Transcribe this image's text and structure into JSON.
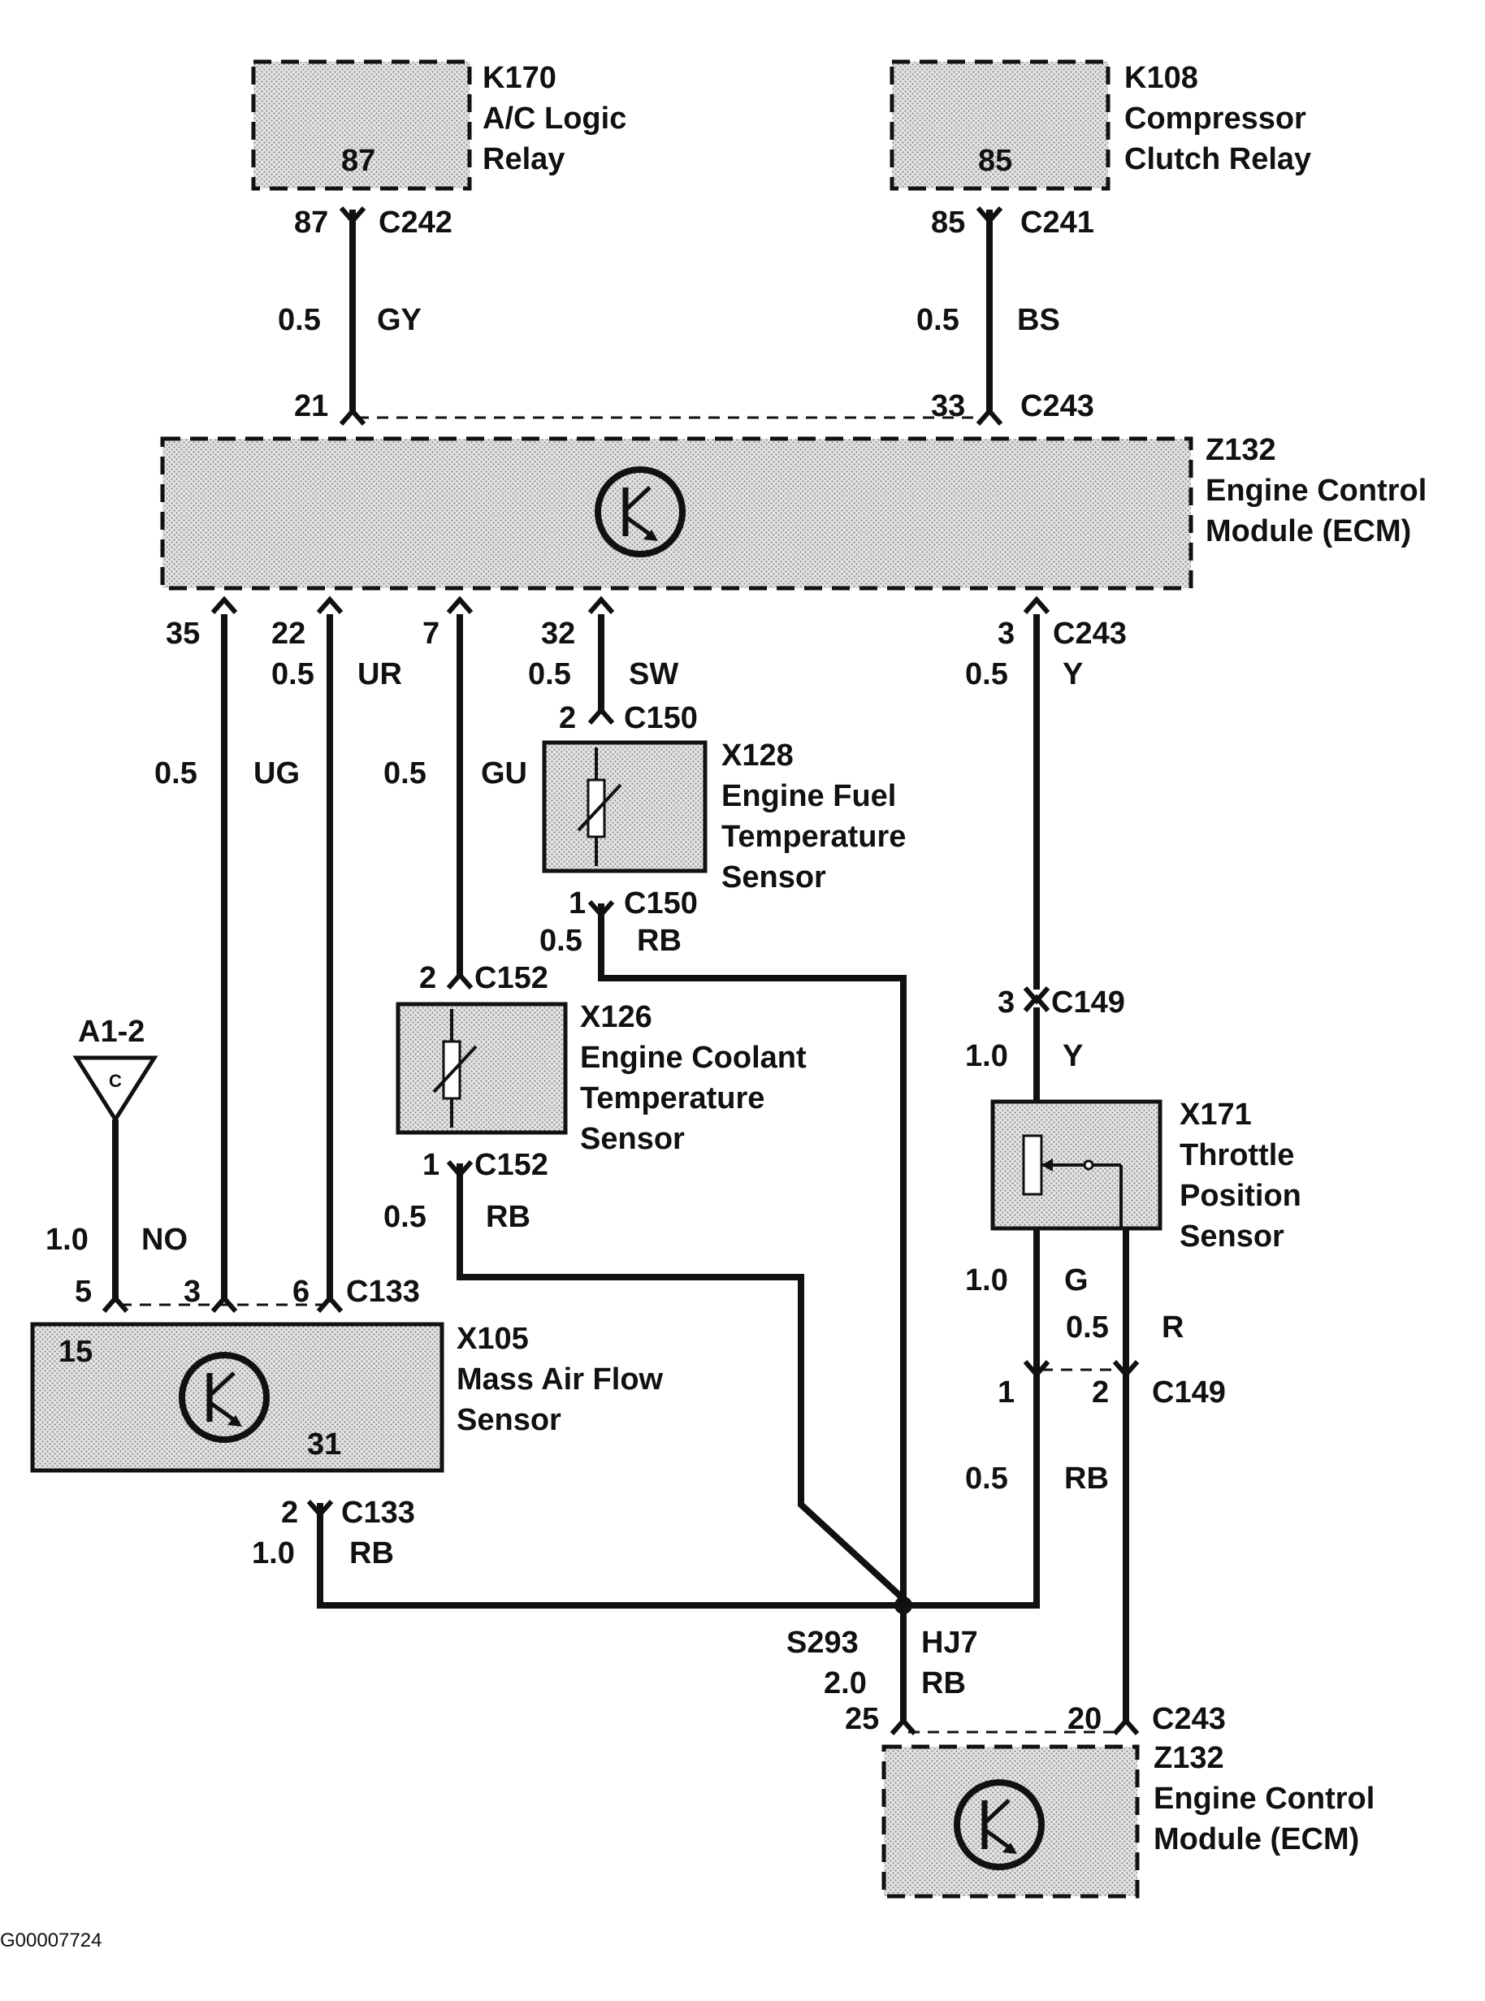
{
  "footer_id": "G00007724",
  "components": {
    "k170": {
      "id": "K170",
      "line1": "A/C Logic",
      "line2": "Relay",
      "pin": "87"
    },
    "k108": {
      "id": "K108",
      "line1": "Compressor",
      "line2": "Clutch Relay",
      "pin": "85"
    },
    "ecm_top": {
      "id": "Z132",
      "line1": "Engine Control",
      "line2": "Module (ECM)"
    },
    "x128": {
      "id": "X128",
      "line1": "Engine Fuel",
      "line2": "Temperature",
      "line3": "Sensor"
    },
    "x126": {
      "id": "X126",
      "line1": "Engine Coolant",
      "line2": "Temperature",
      "line3": "Sensor"
    },
    "x171": {
      "id": "X171",
      "line1": "Throttle",
      "line2": "Position",
      "line3": "Sensor"
    },
    "x105": {
      "id": "X105",
      "line1": "Mass Air Flow",
      "line2": "Sensor",
      "pin_left": "15",
      "pin_right": "31"
    },
    "ecm_bottom": {
      "id": "Z132",
      "line1": "Engine Control",
      "line2": "Module (ECM)"
    },
    "ground_ref": {
      "id": "A1-2",
      "symbol": "C"
    },
    "splice": {
      "id": "S293",
      "harness": "HJ7"
    }
  },
  "connectors": {
    "c242": "C242",
    "c241": "C241",
    "c243": "C243",
    "c150": "C150",
    "c152": "C152",
    "c149": "C149",
    "c133": "C133"
  },
  "pins": {
    "k170_87": "87",
    "k108_85": "85",
    "ecm_21": "21",
    "ecm_33": "33",
    "ecm_35": "35",
    "ecm_22": "22",
    "ecm_7": "7",
    "ecm_32": "32",
    "ecm_3": "3",
    "c150_2": "2",
    "c150_1": "1",
    "c152_2": "2",
    "c152_1": "1",
    "c149_3": "3",
    "c149_1": "1",
    "c149_2": "2",
    "c133_5": "5",
    "c133_3": "3",
    "c133_6": "6",
    "c133_2": "2",
    "ecm_25": "25",
    "ecm_20": "20"
  },
  "wires": {
    "gy": {
      "size": "0.5",
      "color": "GY"
    },
    "bs": {
      "size": "0.5",
      "color": "BS"
    },
    "ug": {
      "size": "0.5",
      "color": "UG"
    },
    "ur": {
      "size": "0.5",
      "color": "UR"
    },
    "gu": {
      "size": "0.5",
      "color": "GU"
    },
    "sw": {
      "size": "0.5",
      "color": "SW"
    },
    "y_top": {
      "size": "0.5",
      "color": "Y"
    },
    "rb_fuel": {
      "size": "0.5",
      "color": "RB"
    },
    "y_tps": {
      "size": "1.0",
      "color": "Y"
    },
    "rb_coolant": {
      "size": "0.5",
      "color": "RB"
    },
    "no": {
      "size": "1.0",
      "color": "NO"
    },
    "g": {
      "size": "1.0",
      "color": "G"
    },
    "r": {
      "size": "0.5",
      "color": "R"
    },
    "rb_tps": {
      "size": "0.5",
      "color": "RB"
    },
    "rb_maf": {
      "size": "1.0",
      "color": "RB"
    },
    "rb_main": {
      "size": "2.0",
      "color": "RB"
    }
  }
}
